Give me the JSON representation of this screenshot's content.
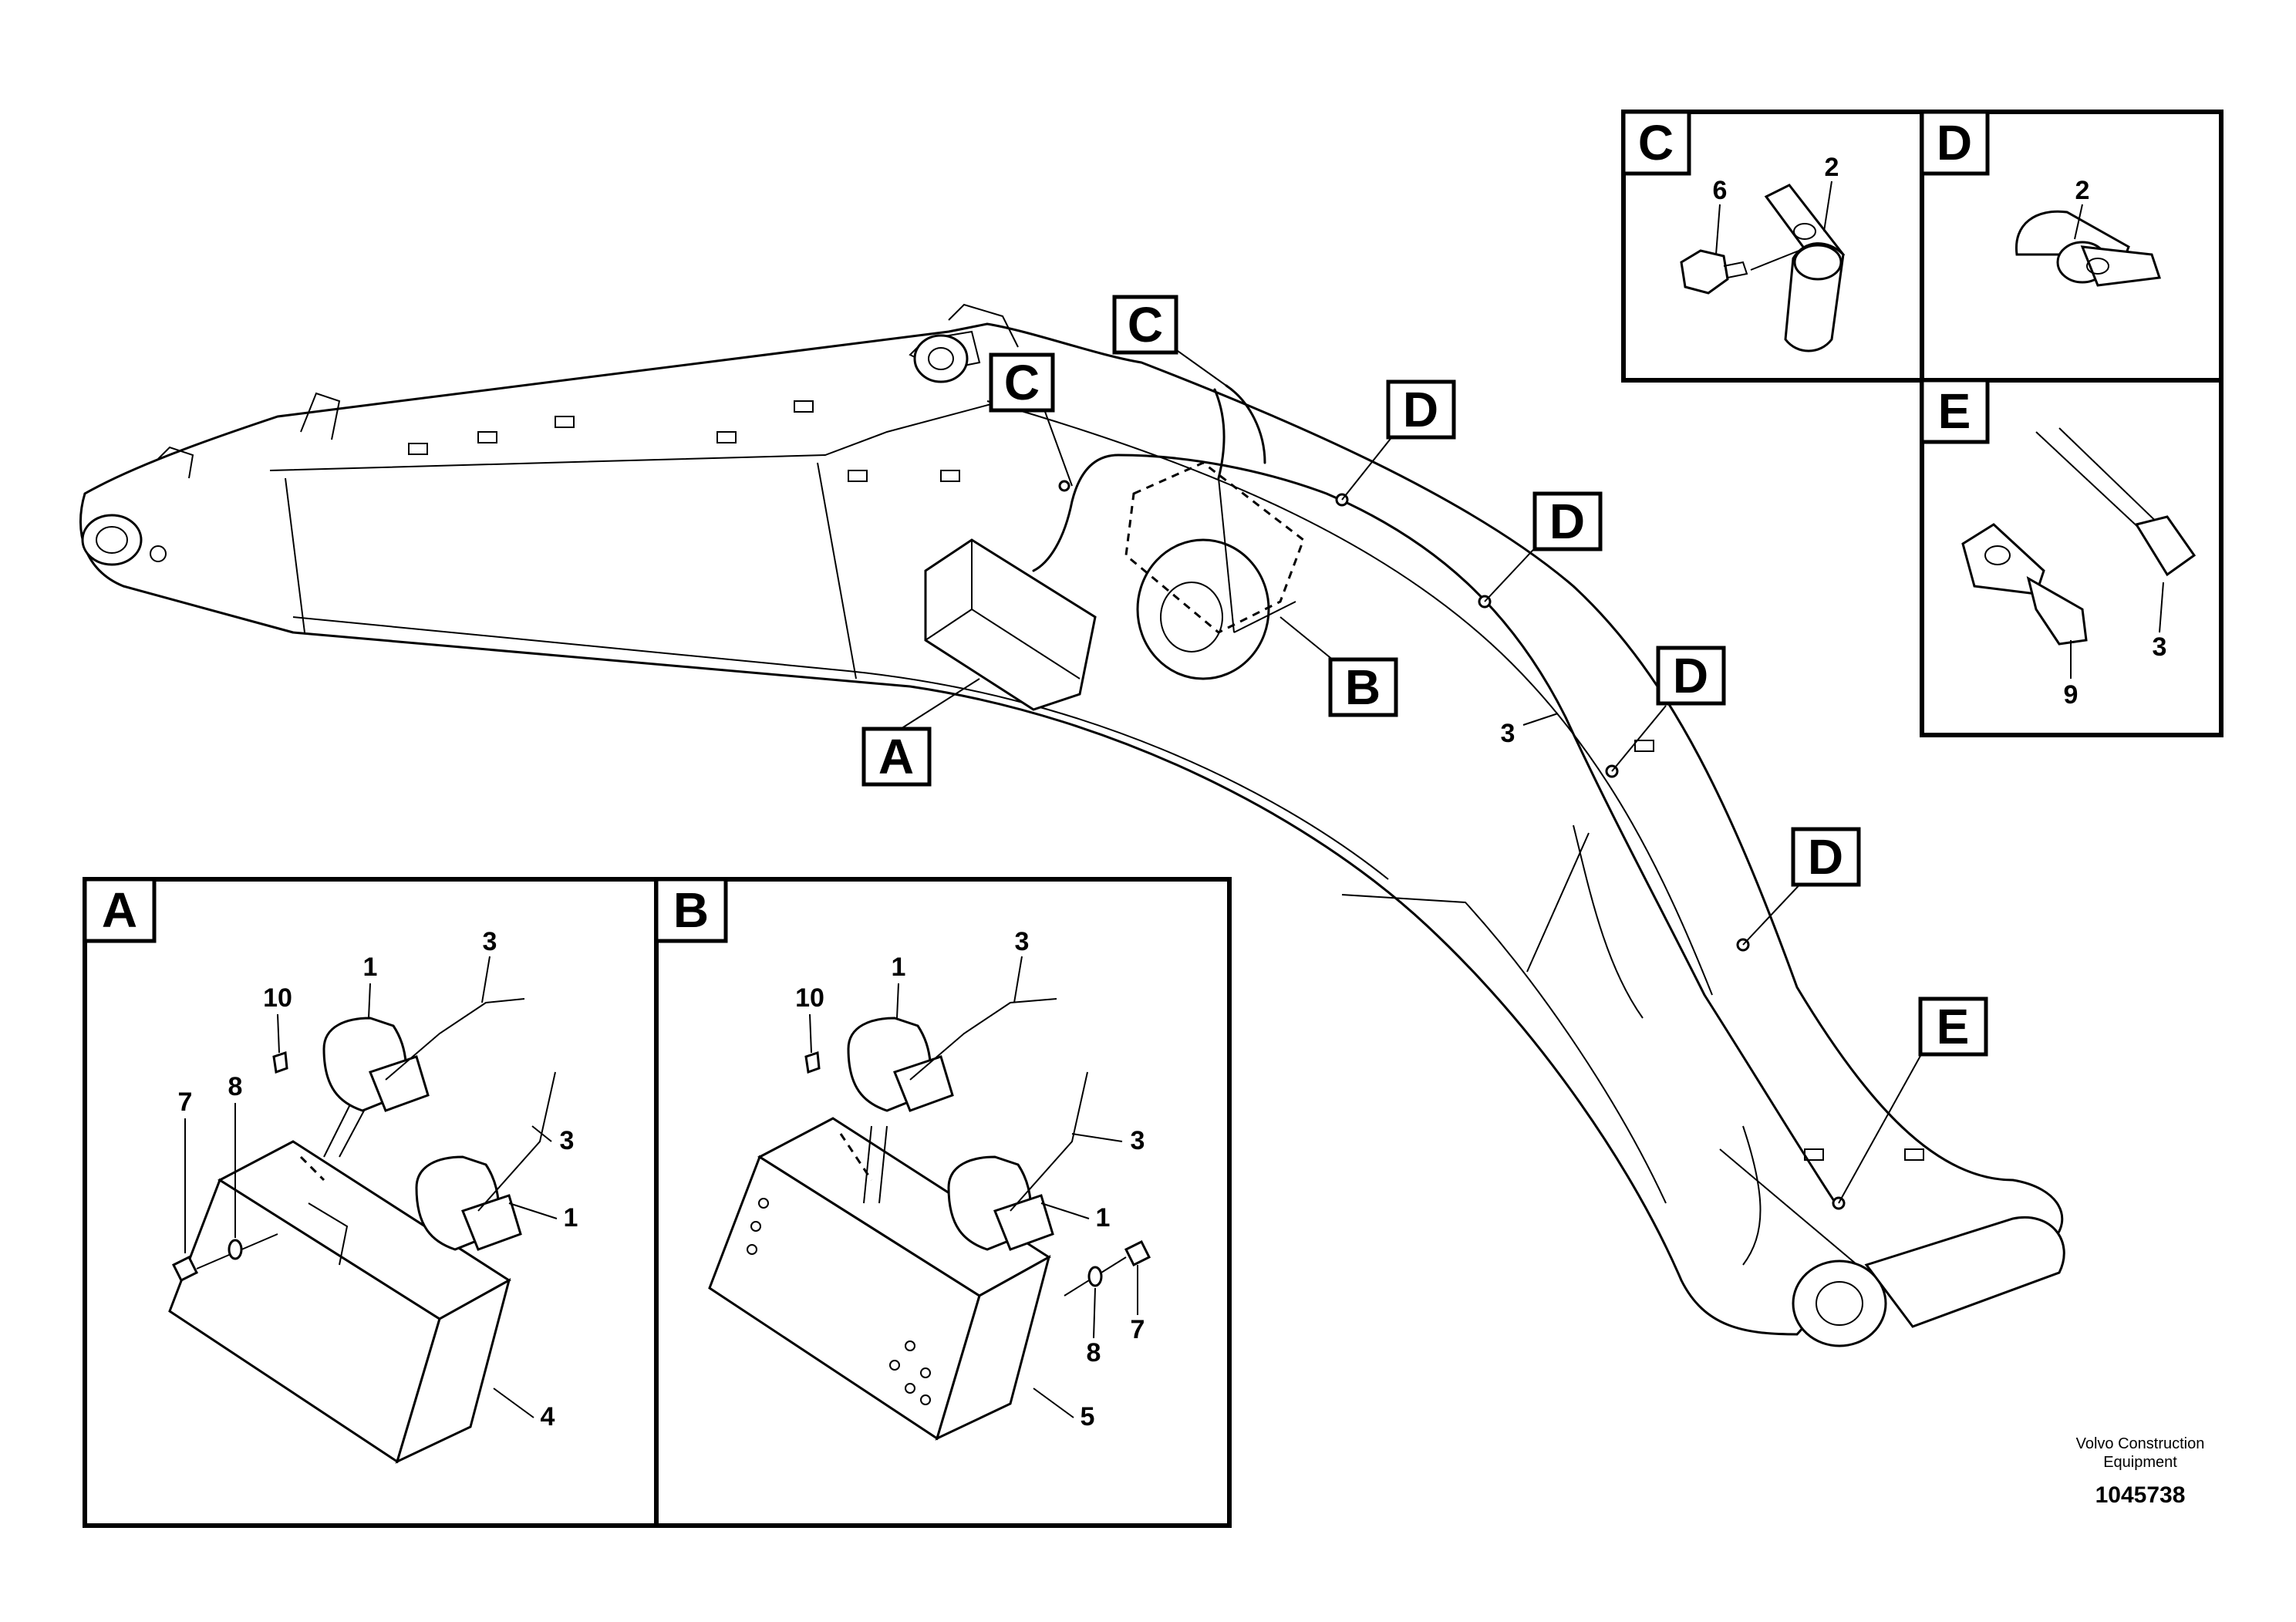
{
  "callouts": {
    "A": "A",
    "B": "B",
    "C": "C",
    "D": "D",
    "E": "E"
  },
  "numbers": {
    "n1": "1",
    "n2": "2",
    "n3": "3",
    "n4": "4",
    "n5": "5",
    "n6": "6",
    "n7": "7",
    "n8": "8",
    "n9": "9",
    "n10": "10"
  },
  "footer": {
    "company_line1": "Volvo Construction",
    "company_line2": "Equipment",
    "drawing_number": "1045738"
  }
}
